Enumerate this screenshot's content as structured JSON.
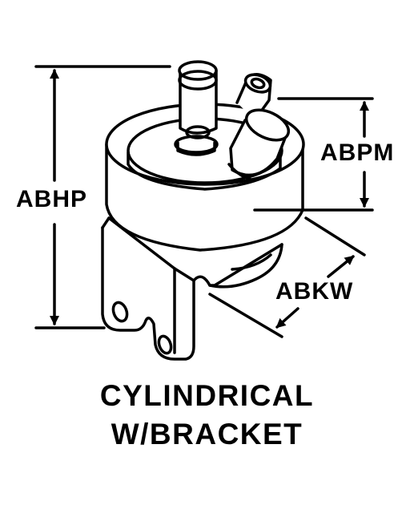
{
  "dimensions": {
    "height_label": "ABHP",
    "stem_height_label": "ABPM",
    "bracket_width_label": "ABKW"
  },
  "caption": {
    "line1": "CYLINDRICAL",
    "line2": "W/BRACKET"
  },
  "colors": {
    "ink": "#000000",
    "paper": "#ffffff"
  }
}
